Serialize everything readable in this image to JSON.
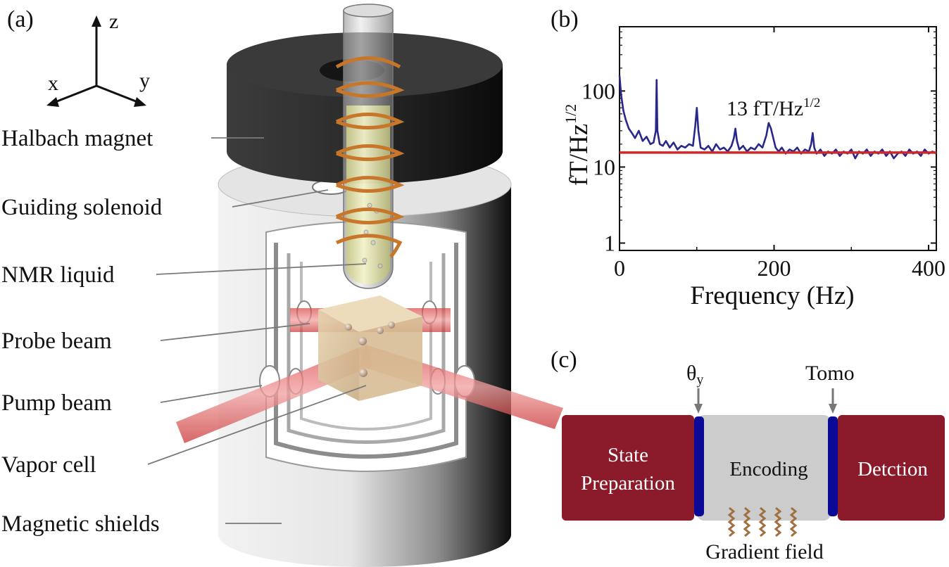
{
  "panels": {
    "a": "(a)",
    "b": "(b)",
    "c": "(c)"
  },
  "axes3d": {
    "x": "x",
    "y": "y",
    "z": "z"
  },
  "apparatus_labels": [
    "Halbach magnet",
    "Guiding solenoid",
    "NMR liquid",
    "Probe beam",
    "Pump beam",
    "Vapor cell",
    "Magnetic shields"
  ],
  "chart_data": {
    "type": "line",
    "xlabel": "Frequency (Hz)",
    "ylabel_main": "fT/Hz",
    "ylabel_sup": "1/2",
    "yscale": "log",
    "xlim": [
      0,
      410
    ],
    "ylim": [
      0.8,
      700
    ],
    "xticks": [
      0,
      200,
      400
    ],
    "xtick_labels": [
      "0",
      "200",
      "400"
    ],
    "yticks": [
      1,
      10,
      100
    ],
    "ytick_labels": [
      "1",
      "10",
      "100"
    ],
    "annotation_main": "13 fT/Hz",
    "annotation_sup": "1/2",
    "grid": false,
    "colors": {
      "noise": "#28288c",
      "floor": "#d42626"
    },
    "floor_level": 15.5,
    "series": [
      {
        "x": [
          0,
          2,
          5,
          8,
          12,
          16,
          20,
          25,
          30,
          35,
          40,
          44,
          47,
          48,
          49,
          52,
          56,
          60,
          65,
          70,
          75,
          80,
          85,
          90,
          95,
          98,
          100,
          102,
          105,
          110,
          115,
          120,
          125,
          130,
          135,
          140,
          145,
          148,
          150,
          152,
          155,
          160,
          165,
          170,
          175,
          180,
          185,
          190,
          193,
          196,
          199,
          202,
          206,
          210,
          215,
          220,
          225,
          230,
          235,
          240,
          245,
          248,
          250,
          252,
          255,
          260,
          265,
          270,
          275,
          280,
          285,
          290,
          295,
          300,
          305,
          310,
          315,
          320,
          325,
          330,
          335,
          340,
          345,
          350,
          355,
          360,
          365,
          370,
          375,
          380,
          385,
          390,
          395,
          400,
          405,
          410
        ],
        "y": [
          160,
          90,
          55,
          42,
          32,
          28,
          24,
          30,
          22,
          25,
          20,
          21,
          30,
          140,
          30,
          20,
          19,
          22,
          18,
          21,
          17,
          19,
          18,
          20,
          19,
          35,
          60,
          30,
          18,
          17,
          19,
          16,
          20,
          17,
          18,
          16,
          19,
          24,
          32,
          22,
          17,
          19,
          16,
          18,
          17,
          20,
          18,
          26,
          38,
          32,
          24,
          18,
          16,
          18,
          15,
          17,
          16,
          18,
          15,
          17,
          16,
          20,
          28,
          18,
          15,
          17,
          14,
          16,
          15,
          17,
          14,
          16,
          15,
          17,
          13,
          16,
          15,
          17,
          14,
          16,
          15,
          17,
          14,
          16,
          13,
          15,
          16,
          14,
          17,
          15,
          16,
          14,
          17,
          15,
          16,
          15
        ]
      }
    ]
  },
  "sequence": {
    "theta_main": "θ",
    "theta_sub": "y",
    "tomo_label": "Tomo",
    "blocks": {
      "state_line1": "State",
      "state_line2": "Preparation",
      "encoding": "Encoding",
      "detection": "Detction"
    },
    "gradient_label": "Gradient field",
    "colors": {
      "dark_red": "#8b1a2b",
      "gray": "#cccccc",
      "pulse": "#0a0a96"
    }
  }
}
